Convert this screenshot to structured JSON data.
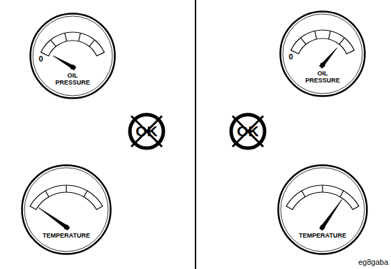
{
  "diagram": {
    "nodes": [
      {
        "text": [
          "0",
          "OIL PRESSURE"
        ]
      },
      {
        "text": [
          "OK"
        ]
      },
      {
        "text": [
          "TEMPERATURE"
        ]
      },
      {
        "text": [
          "0",
          "OIL PRESSURE"
        ]
      },
      {
        "text": [
          "OK"
        ]
      },
      {
        "text": [
          "TEMPERATURE"
        ]
      }
    ],
    "labels": [
      "eg8gaba"
    ]
  }
}
